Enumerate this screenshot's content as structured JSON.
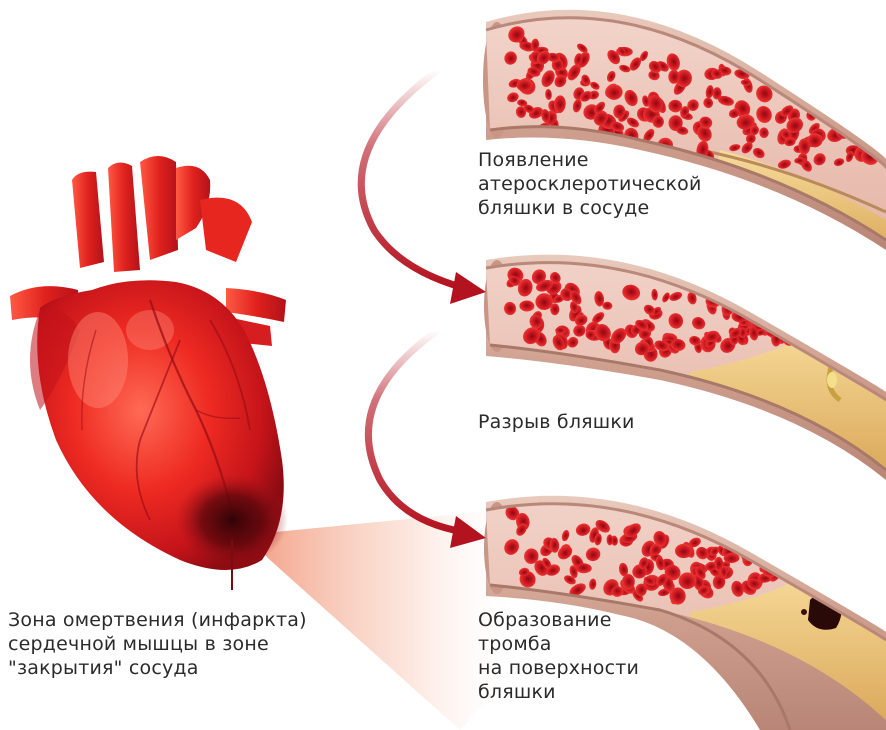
{
  "stages": [
    {
      "caption_lines": [
        "Появление",
        "атеросклеротической",
        "бляшки в сосуде"
      ]
    },
    {
      "caption_lines": [
        "Разрыв бляшки"
      ]
    },
    {
      "caption_lines": [
        "Образование",
        "тромба",
        "на поверхности",
        "бляшки"
      ]
    }
  ],
  "heart": {
    "caption_lines": [
      "Зона омертвения (инфаркта)",
      "сердечной мышцы в зоне",
      "\"закрытия\" сосуда"
    ]
  },
  "colors": {
    "heart_red": "#e8241e",
    "heart_dark": "#7a0b10",
    "infarct_zone": "#3a0508",
    "vessel_wall": "#d9b8a8",
    "blood_cell": "#c4101c",
    "plaque": "#f0c878",
    "thrombus": "#2a0a08",
    "arrow": "#b3121f",
    "text": "#2b2b2b"
  }
}
